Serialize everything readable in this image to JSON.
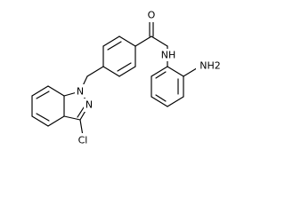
{
  "molecule": {
    "atoms": {
      "carbonyl_oxygen": "O",
      "amide_nitrogen": "NH",
      "amine_group": "NH2",
      "indazole_n1": "N",
      "indazole_n2": "N",
      "chlorine": "Cl"
    }
  },
  "colors": {
    "bond": "#000000",
    "text": "#000000",
    "background": "#ffffff"
  }
}
